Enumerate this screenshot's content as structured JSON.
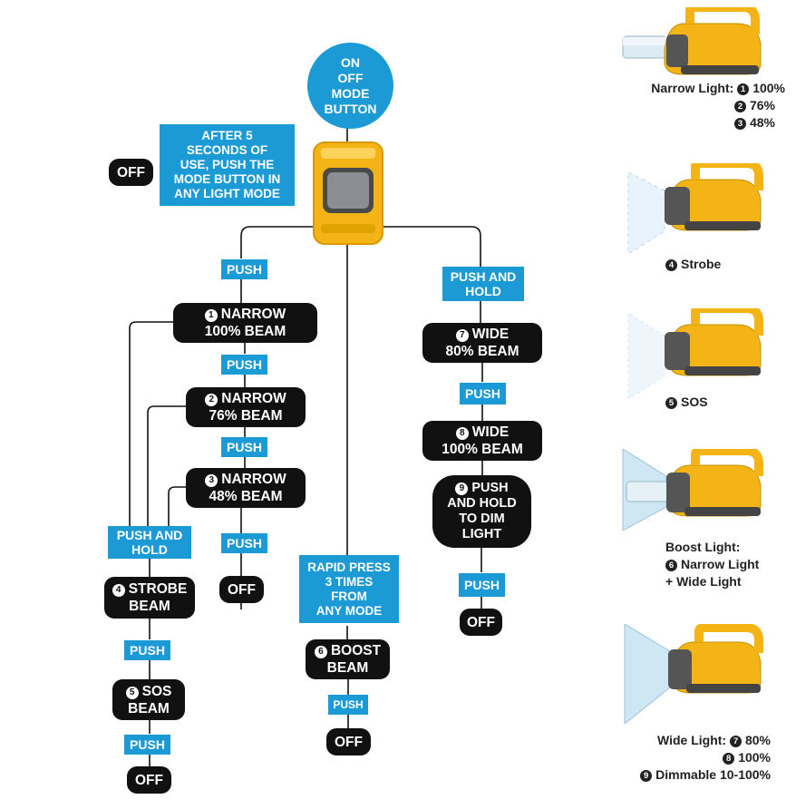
{
  "top_button": [
    "ON",
    "OFF",
    "MODE",
    "BUTTON"
  ],
  "after_note": [
    "AFTER 5",
    "SECONDS OF",
    "USE, PUSH THE",
    "MODE BUTTON IN",
    "ANY LIGHT MODE"
  ],
  "off_label": "OFF",
  "push_label": "PUSH",
  "push_and_hold": [
    "PUSH AND",
    "HOLD"
  ],
  "rapid_note": [
    "RAPID PRESS",
    "3 TIMES",
    "FROM",
    "ANY MODE"
  ],
  "modes": {
    "m1": {
      "num": "1",
      "line1": "NARROW",
      "line2": "100% BEAM"
    },
    "m2": {
      "num": "2",
      "line1": "NARROW",
      "line2": "76% BEAM"
    },
    "m3": {
      "num": "3",
      "line1": "NARROW",
      "line2": "48% BEAM"
    },
    "m4": {
      "num": "4",
      "line1": "STROBE",
      "line2": "BEAM"
    },
    "m5": {
      "num": "5",
      "line1": "SOS",
      "line2": "BEAM"
    },
    "m6": {
      "num": "6",
      "line1": "BOOST",
      "line2": "BEAM"
    },
    "m7": {
      "num": "7",
      "line1": "WIDE",
      "line2": "80% BEAM"
    },
    "m8": {
      "num": "8",
      "line1": "WIDE",
      "line2": "100% BEAM"
    },
    "m9": {
      "num": "9",
      "line1": "PUSH",
      "line2": "AND HOLD",
      "line3": "TO DIM",
      "line4": "LIGHT"
    }
  },
  "captions": {
    "narrow": {
      "title": "Narrow Light:",
      "n1": "1",
      "v1": "100%",
      "n2": "2",
      "v2": "76%",
      "n3": "3",
      "v3": "48%"
    },
    "strobe": {
      "num": "4",
      "label": "Strobe"
    },
    "sos": {
      "num": "5",
      "label": "SOS"
    },
    "boost": {
      "title": "Boost Light:",
      "num": "6",
      "line2": "Narrow Light",
      "line3": "+ Wide Light"
    },
    "wide": {
      "title": "Wide Light:",
      "n7": "7",
      "v7": "80%",
      "n8": "8",
      "v8": "100%",
      "n9": "9",
      "v9": "Dimmable 10-100%"
    }
  },
  "colors": {
    "blue": "#1b9ad6",
    "black": "#111111",
    "yellow": "#f4b415",
    "grey": "#6b6b6b"
  }
}
